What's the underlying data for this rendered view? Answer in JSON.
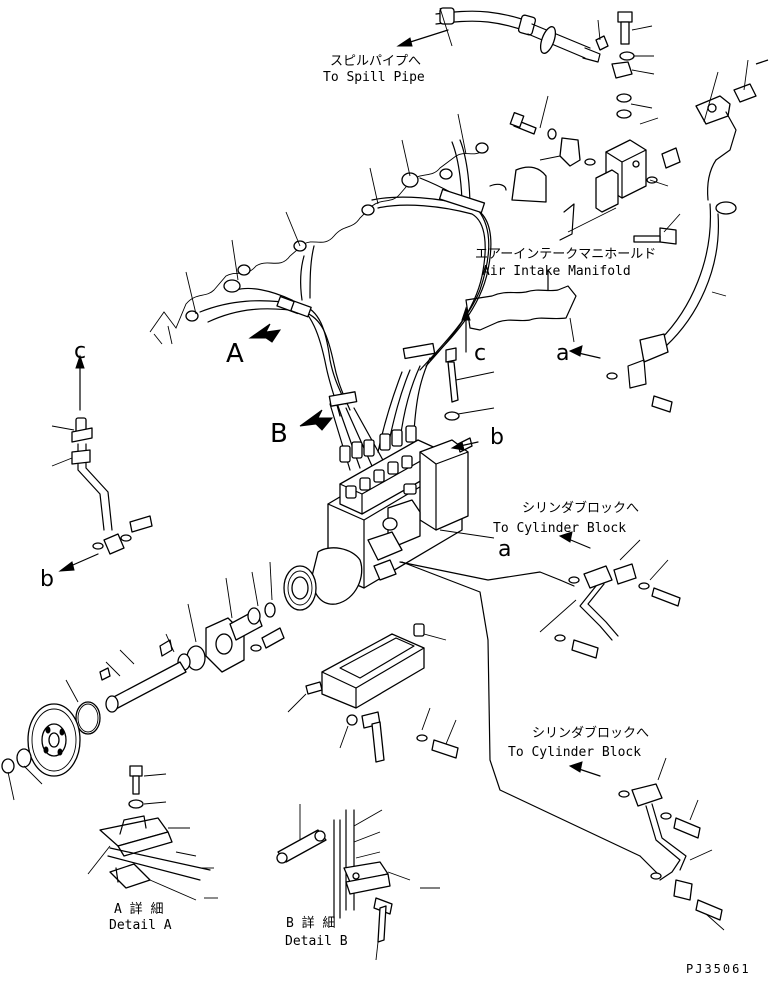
{
  "labels": {
    "spill_pipe_jp": "スピルパイプへ",
    "spill_pipe_en": "To Spill Pipe",
    "air_intake_jp": "エアーインテークマニホールド",
    "air_intake_en": "Air Intake Manifold",
    "cyl_block_1_jp": "シリンダブロックへ",
    "cyl_block_1_en": "To Cylinder Block",
    "cyl_block_2_jp": "シリンダブロックへ",
    "cyl_block_2_en": "To Cylinder Block",
    "detail_a_jp": "A 詳 細",
    "detail_a_en": "Detail A",
    "detail_b_jp": "B 詳 細",
    "detail_b_en": "Detail B",
    "drawing_code": "PJ35061"
  },
  "markers": {
    "big_a": "A",
    "big_b": "B",
    "c_left": "c",
    "c_right": "c",
    "a_right": "a",
    "a_mid": "a",
    "b_left": "b",
    "b_mid": "b"
  }
}
